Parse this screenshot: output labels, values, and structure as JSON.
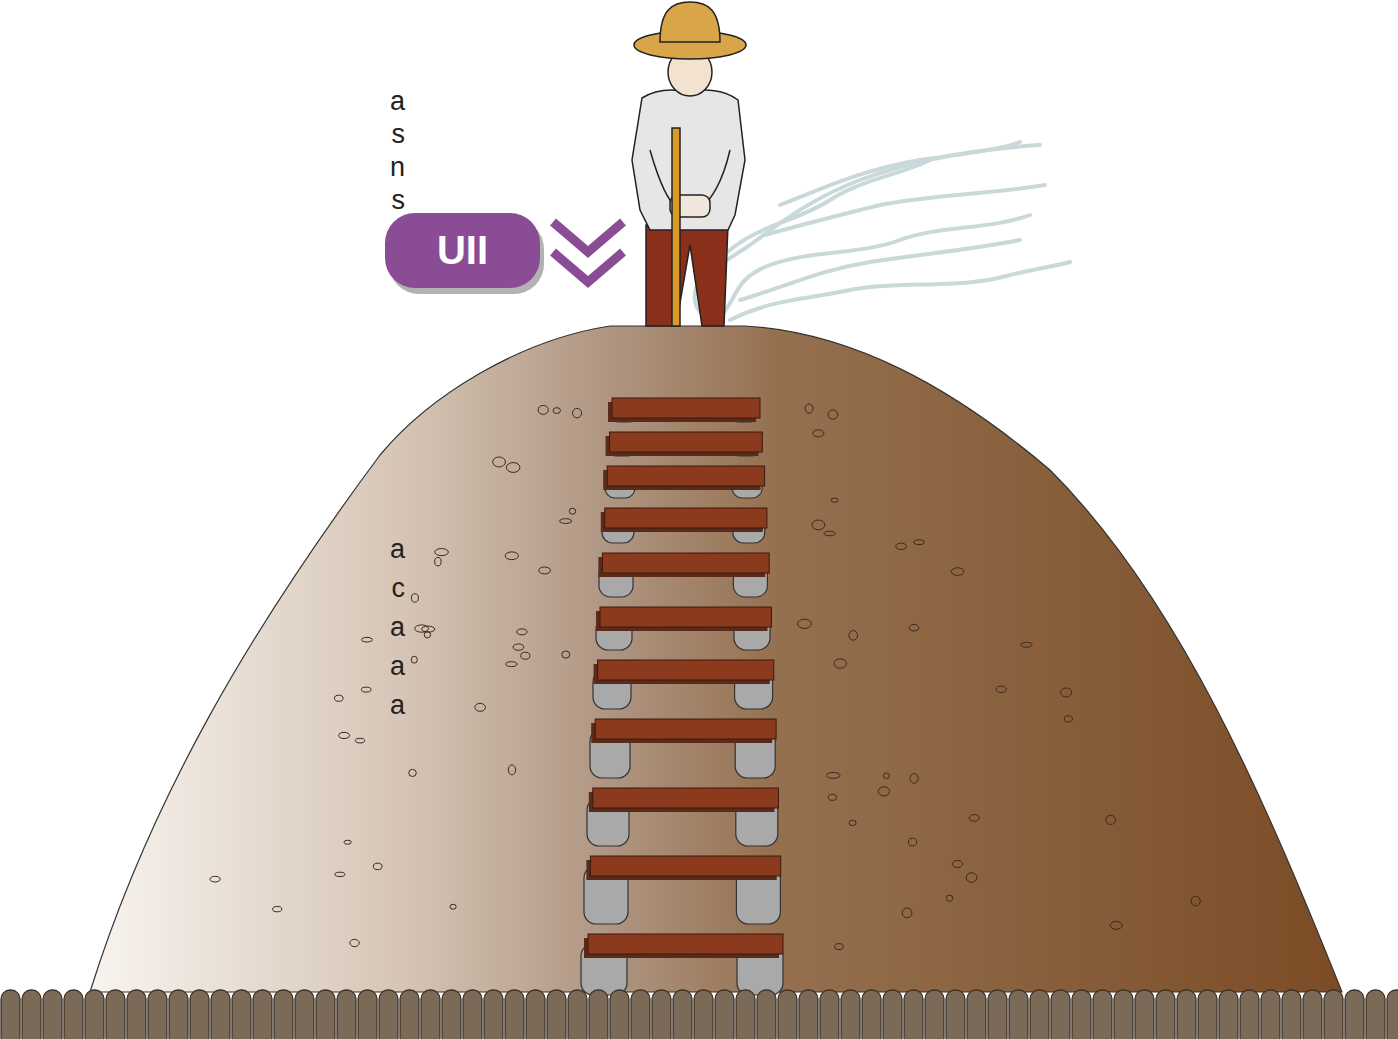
{
  "diagram": {
    "nodes": [
      {
        "text": [
          "UII"
        ]
      }
    ],
    "labels": [
      "a",
      "s",
      "n",
      "s",
      "a",
      "c",
      "a",
      "a",
      "a"
    ]
  }
}
